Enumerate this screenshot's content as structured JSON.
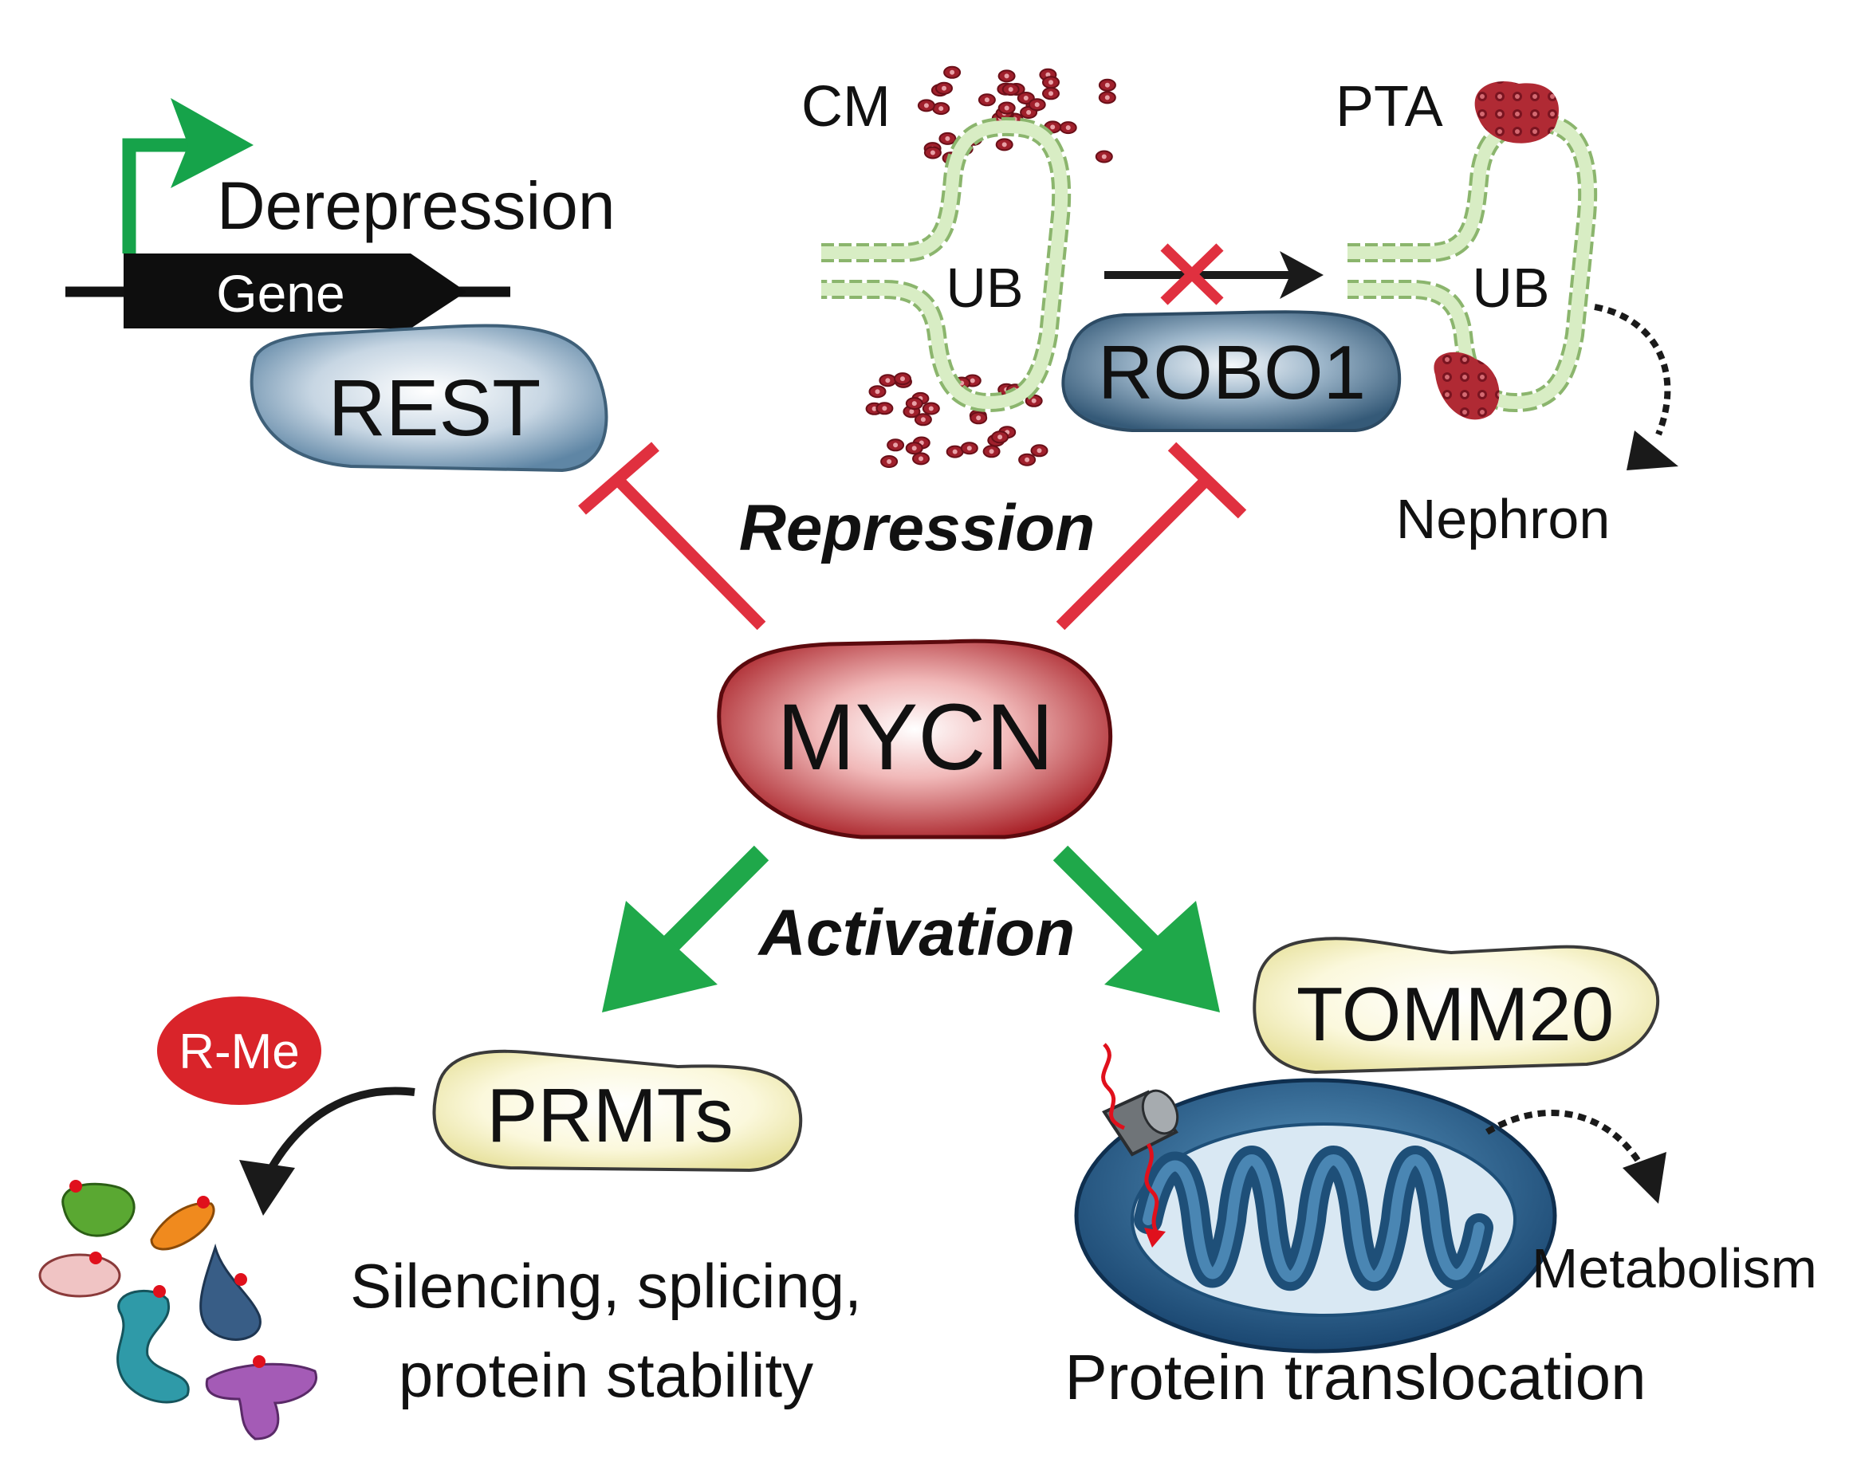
{
  "labels": {
    "derepression": "Derepression",
    "gene": "Gene",
    "rest": "REST",
    "cm": "CM",
    "ub_left": "UB",
    "ub_right": "UB",
    "pta": "PTA",
    "robo1": "ROBO1",
    "nephron": "Nephron",
    "repression": "Repression",
    "mycn": "MYCN",
    "activation": "Activation",
    "rme": "R-Me",
    "prmts": "PRMTs",
    "tomm20": "TOMM20",
    "silencing_line1": "Silencing, splicing,",
    "silencing_line2": "protein stability",
    "metabolism": "Metabolism",
    "protein_translocation": "Protein translocation"
  },
  "colors": {
    "repression_red": "#e0303f",
    "activation_green": "#1fa84a",
    "promoter_green": "#16a34a",
    "mycn_red": "#b3191f",
    "rest_blue": "#7d9fb8",
    "robo1_blue": "#4f7693",
    "prmts_cream": "#f4f0b8",
    "tomm20_cream": "#f4f0b8",
    "rme_red": "#d9242a",
    "epithelium_green": "#cfe6b4",
    "cell_red": "#a0202c",
    "mito_blue": "#1e4f78"
  },
  "icons": {
    "promoter": "promoter-arrow-icon",
    "blocked": "red-x-icon",
    "dotted_arrow": "dotted-arrow-icon",
    "mitochondrion": "mitochondrion-icon",
    "pore": "membrane-pore-icon"
  }
}
